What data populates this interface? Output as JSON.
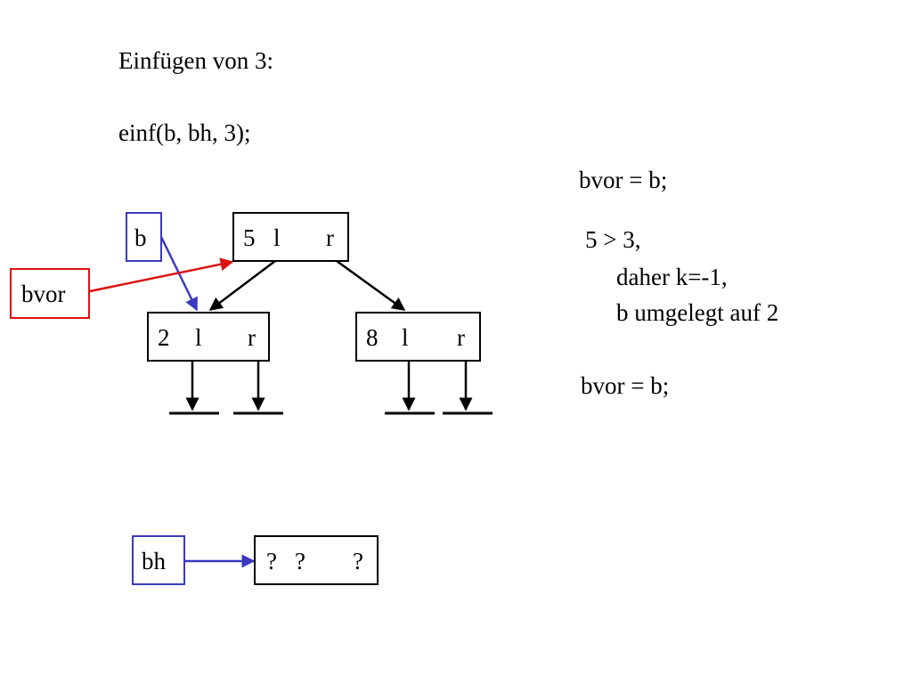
{
  "heading": "Einfügen von 3:",
  "call": "einf(b, bh, 3);",
  "notes": {
    "line1": "bvor = b;",
    "line2": "5 > 3,",
    "line3": "daher k=-1,",
    "line4": "b umgelegt auf 2",
    "line5": "bvor = b;"
  },
  "pointers": {
    "b": "b",
    "bvor": "bvor",
    "bh": "bh"
  },
  "nodes": {
    "root": {
      "key": "5",
      "left": "l",
      "right": "r"
    },
    "left": {
      "key": "2",
      "left": "l",
      "right": "r"
    },
    "right": {
      "key": "8",
      "left": "l",
      "right": "r"
    },
    "head": {
      "key": "?",
      "left": "?",
      "right": "?"
    }
  },
  "colors": {
    "pointer_blue": "#3a3abf",
    "pointer_red": "#dd1111"
  }
}
